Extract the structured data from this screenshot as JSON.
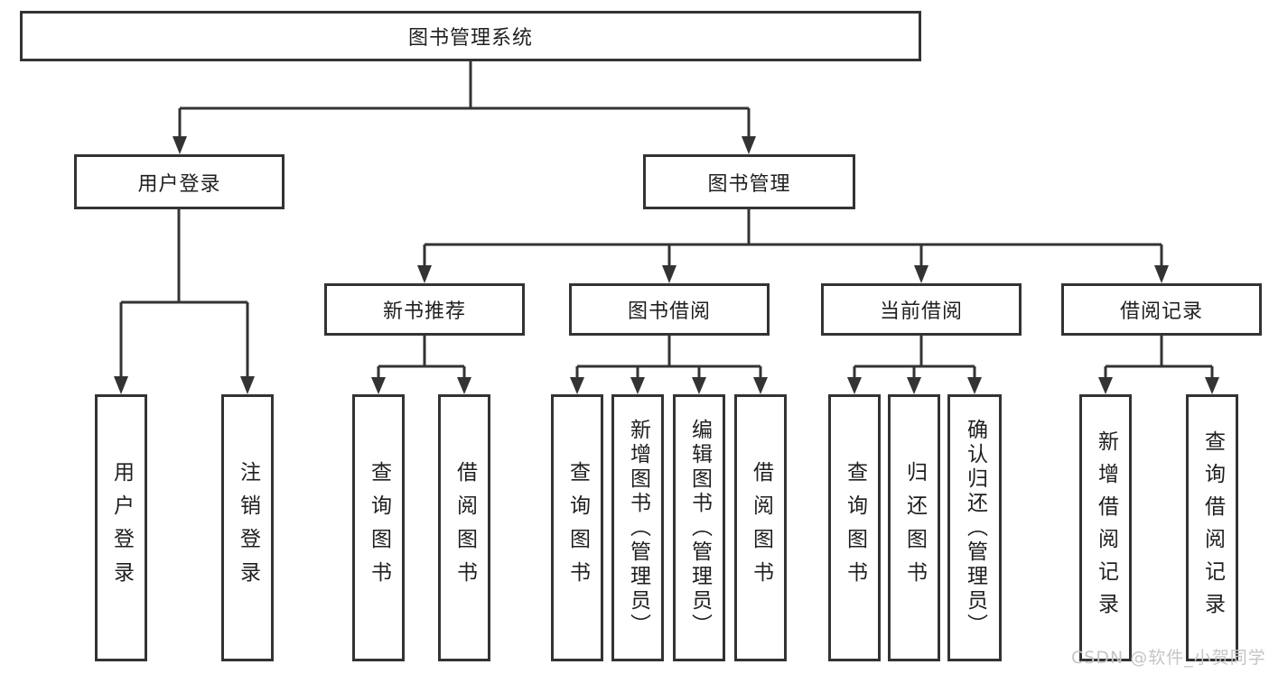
{
  "nodes": {
    "root": {
      "label": "图书管理系统"
    },
    "level2": [
      {
        "label": "用户登录"
      },
      {
        "label": "图书管理"
      }
    ],
    "level3": [
      {
        "label": "新书推荐"
      },
      {
        "label": "图书借阅"
      },
      {
        "label": "当前借阅"
      },
      {
        "label": "借阅记录"
      }
    ],
    "leaves": [
      {
        "label": "用户登录"
      },
      {
        "label": "注销登录"
      },
      {
        "label": "查询图书"
      },
      {
        "label": "借阅图书"
      },
      {
        "label": "查询图书"
      },
      {
        "label": "新增图书（管理员）"
      },
      {
        "label": "编辑图书（管理员）"
      },
      {
        "label": "借阅图书"
      },
      {
        "label": "查询图书"
      },
      {
        "label": "归还图书"
      },
      {
        "label": "确认归还（管理员）"
      },
      {
        "label": "新增借阅记录"
      },
      {
        "label": "查询借阅记录"
      }
    ]
  },
  "watermark": {
    "text": "CSDN @软件_小贺同学"
  },
  "colors": {
    "line": "#333333",
    "text": "#1f1f1f",
    "watermark": "#c5c5c5",
    "background": "#ffffff"
  }
}
